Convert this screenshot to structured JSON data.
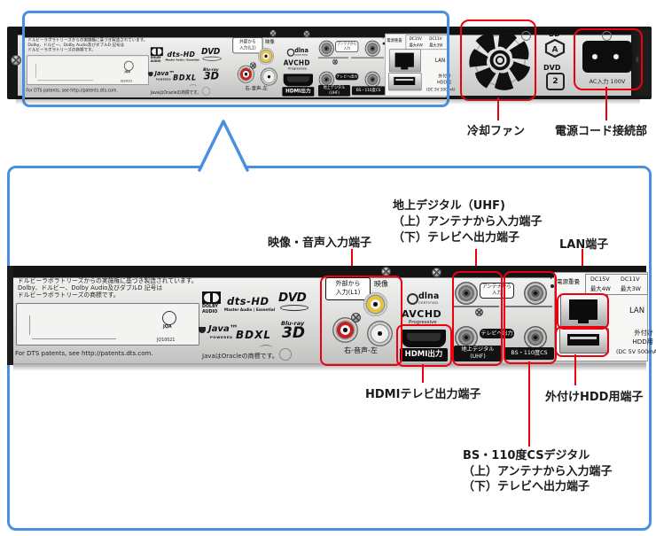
{
  "colors": {
    "highlight_blue": "#4a90e2",
    "callout_red": "#ec0010"
  },
  "overview": {
    "fan_label": "冷却ファン",
    "power_label": "電源コード接続部",
    "bd_text": "BD",
    "bd_region": "A",
    "dvd_text": "DVD",
    "dvd_region": "2",
    "ac_inlet_label": "AC入力 100V"
  },
  "panel": {
    "notice1": "ドルビーラボラトリーズからの実施権に基づき製造されています。",
    "notice2": "Dolby、ドルビー、Dolby Audio及びダブルD 記号は",
    "notice3": "ドルビーラボラトリーズの商標です。",
    "dts_patents": "For DTS patents, see http://patents.dts.com.",
    "jqa": "JQA",
    "jqa_no": "JQ10021",
    "dolby1": "DOLBY",
    "dolby2": "AUDIO",
    "dts_logo": "dts-HD",
    "dts_sub": "Master Audio | Essential",
    "dvd_logo": "DVD",
    "java_logo": "Java™",
    "java_sub": "POWERED",
    "java_note": "JavaはOracleの商標です。",
    "bdxl": "BDXL",
    "bluray": "Blu-ray",
    "bluray_3d": "3D",
    "dlna": "dlna",
    "dlna_sub": "CERTIFIED",
    "avchd": "AVCHD",
    "avchd_sub": "Progressive",
    "ext_in1": "外部から",
    "ext_in2": "入力(L1)",
    "video_label": "映像",
    "audio_label": "右-音声-左",
    "hdmi_label": "HDMI出力",
    "ant_in1": "アンテナから",
    "ant_in2": "入力",
    "tv_out": "テレビへ出力",
    "uhf1": "地上デジタル",
    "uhf2": "(UHF)",
    "bs_label": "BS・110度CS",
    "plus_mark": "+",
    "pwr_note": "電源重畳",
    "dc1v": "DC15V",
    "dc1w": "最大4W",
    "dc2v": "DC11V",
    "dc2w": "最大3W",
    "lan": "LAN",
    "hdd1": "外付け",
    "hdd2": "HDD用",
    "hdd3": "(DC 5V 500mA)"
  },
  "callouts": {
    "av": "映像・音声入力端子",
    "uhf1": "地上デジタル（UHF)",
    "uhf2": "（上）アンテナから入力端子",
    "uhf3": "（下）テレビへ出力端子",
    "lan": "LAN端子",
    "hdmi": "HDMIテレビ出力端子",
    "usb": "外付けHDD用端子",
    "bs1": "BS・110度CSデジタル",
    "bs2": "（上）アンテナから入力端子",
    "bs3": "（下）テレビへ出力端子"
  }
}
